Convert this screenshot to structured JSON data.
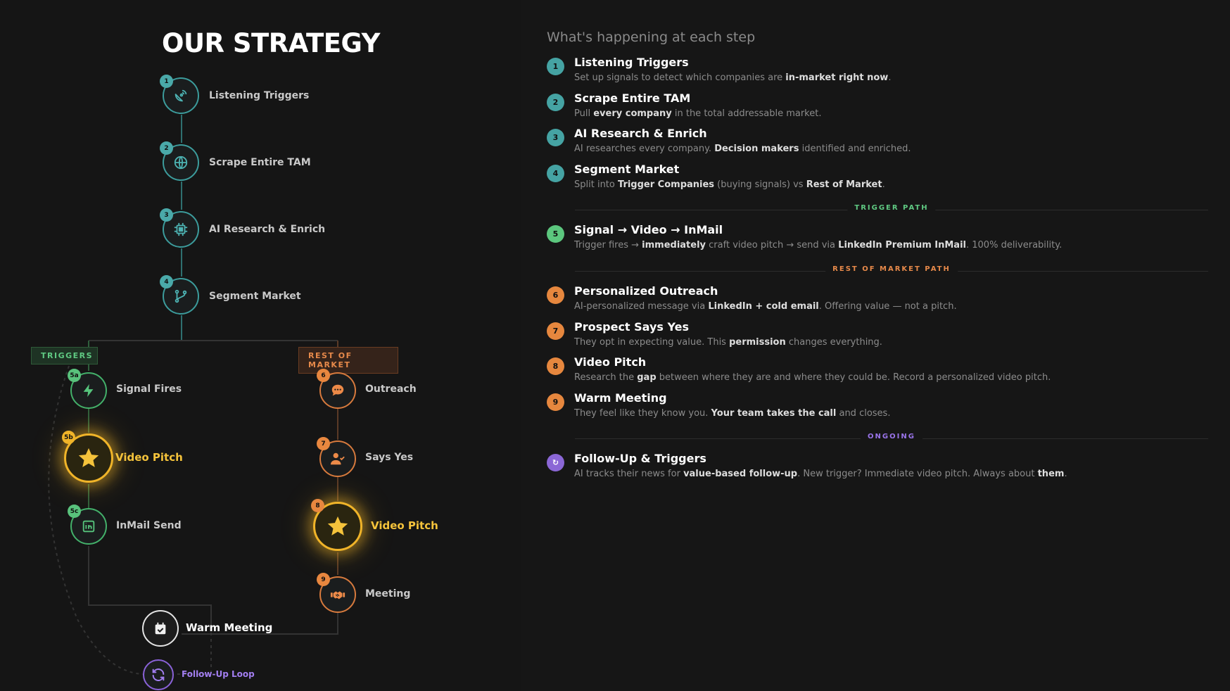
{
  "diagram": {
    "title": "OUR STRATEGY",
    "nodes": [
      {
        "badge": "1",
        "label": "Listening Triggers",
        "icon": "satellite-dish-icon"
      },
      {
        "badge": "2",
        "label": "Scrape Entire TAM",
        "icon": "globe-icon"
      },
      {
        "badge": "3",
        "label": "AI Research & Enrich",
        "icon": "cpu-chip-icon"
      },
      {
        "badge": "4",
        "label": "Segment Market",
        "icon": "git-branch-icon"
      }
    ],
    "branches": {
      "triggers": "TRIGGERS",
      "rest": "REST OF MARKET"
    },
    "trigger_nodes": [
      {
        "badge": "5a",
        "label": "Signal Fires",
        "icon": "lightning-bolt-icon"
      },
      {
        "badge": "5b",
        "label": "Video Pitch",
        "icon": "star-icon"
      },
      {
        "badge": "5c",
        "label": "InMail Send",
        "icon": "linkedin-icon"
      }
    ],
    "rest_nodes": [
      {
        "badge": "6",
        "label": "Outreach",
        "icon": "chat-bubble-icon"
      },
      {
        "badge": "7",
        "label": "Says Yes",
        "icon": "user-check-icon"
      },
      {
        "badge": "8",
        "label": "Video Pitch",
        "icon": "star-icon"
      },
      {
        "badge": "9",
        "label": "Meeting",
        "icon": "handshake-icon"
      }
    ],
    "warm_meeting": {
      "label": "Warm Meeting",
      "icon": "calendar-check-icon"
    },
    "follow_up": {
      "label": "Follow-Up Loop",
      "icon": "refresh-icon"
    }
  },
  "steps_panel": {
    "subtitle": "What's happening at each step",
    "steps": [
      {
        "num": "1",
        "title": "Listening Triggers",
        "desc": [
          "Set up signals to detect which companies are ",
          "in-market right now",
          "."
        ]
      },
      {
        "num": "2",
        "title": "Scrape Entire TAM",
        "desc": [
          "Pull ",
          "every company",
          " in the total addressable market."
        ]
      },
      {
        "num": "3",
        "title": "AI Research & Enrich",
        "desc": [
          "AI researches every company. ",
          "Decision makers",
          " identified and enriched."
        ]
      },
      {
        "num": "4",
        "title": "Segment Market",
        "desc": [
          "Split into ",
          "Trigger Companies",
          " (buying signals) vs ",
          "Rest of Market",
          "."
        ]
      },
      {
        "num": "5",
        "title": "Signal → Video → InMail",
        "desc": [
          "Trigger fires → ",
          "immediately",
          " craft video pitch → send via ",
          "LinkedIn Premium InMail",
          ". 100% deliverability."
        ]
      },
      {
        "num": "6",
        "title": "Personalized Outreach",
        "desc": [
          "AI-personalized message via ",
          "LinkedIn + cold email",
          ". Offering value — not a pitch."
        ]
      },
      {
        "num": "7",
        "title": "Prospect Says Yes",
        "desc": [
          "They opt in expecting value. This ",
          "permission",
          " changes everything."
        ]
      },
      {
        "num": "8",
        "title": "Video Pitch",
        "desc": [
          "Research the ",
          "gap",
          " between where they are and where they could be. Record a personalized video pitch."
        ]
      },
      {
        "num": "9",
        "title": "Warm Meeting",
        "desc": [
          "They feel like they know you. ",
          "Your team takes the call",
          " and closes."
        ]
      },
      {
        "num": "↻",
        "title": "Follow-Up & Triggers",
        "desc": [
          "AI tracks their news for ",
          "value-based follow-up",
          ". New trigger? Immediate video pitch. Always about ",
          "them",
          "."
        ]
      }
    ],
    "dividers": {
      "trigger": "TRIGGER PATH",
      "rest": "REST OF MARKET PATH",
      "ongoing": "ONGOING"
    }
  },
  "colors": {
    "background": "#141414",
    "teal": "#3c9c9c",
    "green": "#43b06a",
    "orange": "#d77a3d",
    "yellow": "#f0b429",
    "purple": "#8a62d8"
  }
}
